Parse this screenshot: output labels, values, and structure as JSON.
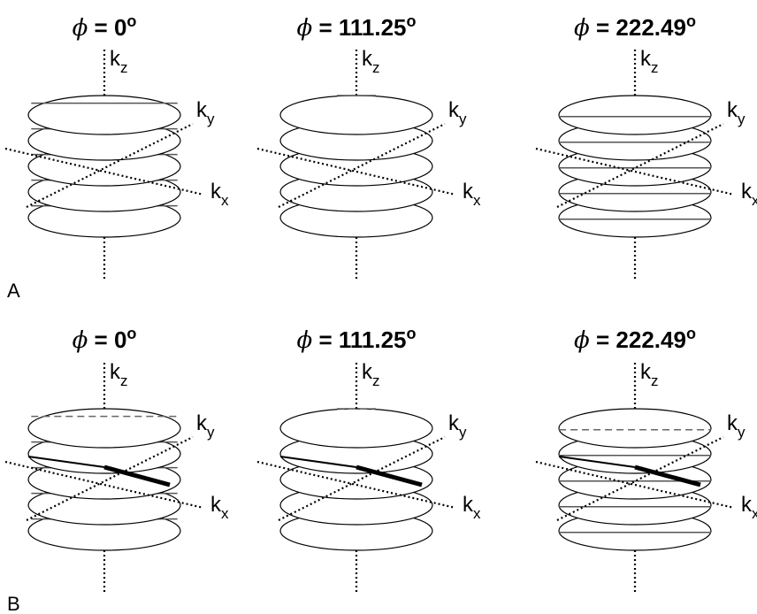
{
  "panels": [
    {
      "letter": "A",
      "subplots": [
        {
          "phi_symbol": "ϕ",
          "phi_value": "= 0",
          "degree": "o",
          "kz": "k",
          "kz_sub": "z",
          "ky": "k",
          "ky_sub": "y",
          "kx": "k",
          "kx_sub": "x"
        },
        {
          "phi_symbol": "ϕ",
          "phi_value": "= 111.25",
          "degree": "o",
          "kz": "k",
          "kz_sub": "z",
          "ky": "k",
          "ky_sub": "y",
          "kx": "k",
          "kx_sub": "x"
        },
        {
          "phi_symbol": "ϕ",
          "phi_value": "= 222.49",
          "degree": "o",
          "kz": "k",
          "kz_sub": "z",
          "ky": "k",
          "ky_sub": "y",
          "kx": "k",
          "kx_sub": "x"
        }
      ]
    },
    {
      "letter": "B",
      "subplots": [
        {
          "phi_symbol": "ϕ",
          "phi_value": "= 0",
          "degree": "o",
          "kz": "k",
          "kz_sub": "z",
          "ky": "k",
          "ky_sub": "y",
          "kx": "k",
          "kx_sub": "x"
        },
        {
          "phi_symbol": "ϕ",
          "phi_value": "= 111.25",
          "degree": "o",
          "kz": "k",
          "kz_sub": "z",
          "ky": "k",
          "ky_sub": "y",
          "kx": "k",
          "kx_sub": "x"
        },
        {
          "phi_symbol": "ϕ",
          "phi_value": "= 222.49",
          "degree": "o",
          "kz": "k",
          "kz_sub": "z",
          "ky": "k",
          "ky_sub": "y",
          "kx": "k",
          "kx_sub": "x"
        }
      ]
    }
  ],
  "colors": {
    "line": "#000000",
    "spoke": "#555555",
    "dashed": "#666666"
  }
}
